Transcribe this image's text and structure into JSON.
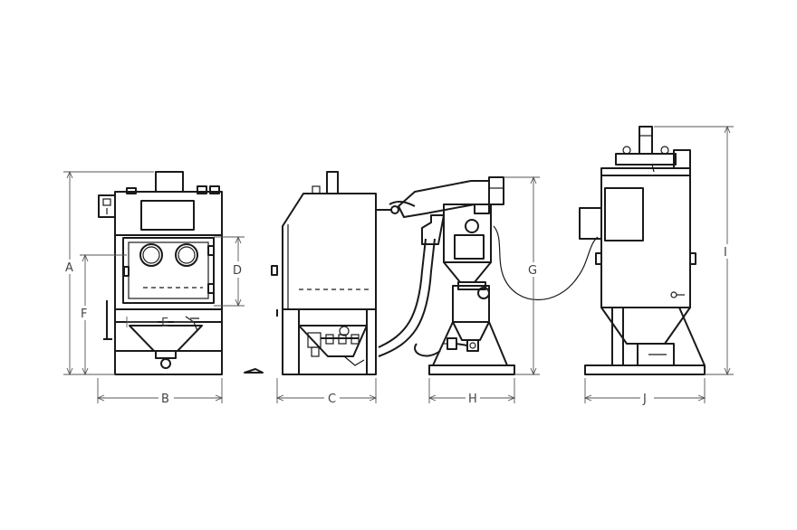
{
  "dimensions": {
    "A": "A",
    "B": "B",
    "C": "C",
    "D": "D",
    "E": "E",
    "F": "F",
    "G": "G",
    "H": "H",
    "I": "I",
    "J": "J"
  },
  "colors": {
    "line": "#1a1a1a",
    "dimension": "#555555",
    "background": "#ffffff"
  }
}
